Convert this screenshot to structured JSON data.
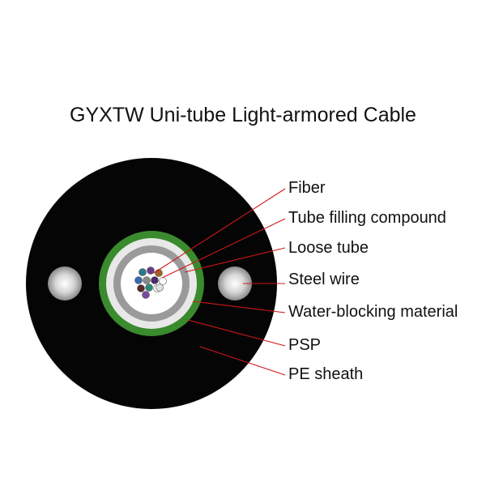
{
  "title": "GYXTW Uni-tube Light-armored Cable",
  "labels": [
    {
      "id": "fiber",
      "text": "Fiber"
    },
    {
      "id": "tube-filling-compound",
      "text": "Tube filling compound"
    },
    {
      "id": "loose-tube",
      "text": "Loose tube"
    },
    {
      "id": "steel-wire",
      "text": "Steel wire"
    },
    {
      "id": "water-blocking-material",
      "text": "Water-blocking material"
    },
    {
      "id": "psp",
      "text": "PSP"
    },
    {
      "id": "pe-sheath",
      "text": "PE sheath"
    }
  ],
  "colors": {
    "pe_sheath": "#050505",
    "psp": "#3a8a2e",
    "water_blocking": "#e8e8e8",
    "loose_tube": "#9a9a9a",
    "filling_compound": "#ffffff",
    "steel_wire": "#c0c0c0",
    "leader_line": "#d01818"
  },
  "fiber_colors": [
    "#2a7a8a",
    "#6a3a8a",
    "#a0602a",
    "#3a6ab0",
    "#8a8a8a",
    "#4a2a6a",
    "#ffffff",
    "#5a2a2a",
    "#2a8a7a",
    "#ffffff",
    "#7a4aa0",
    "#e0e0e0"
  ]
}
